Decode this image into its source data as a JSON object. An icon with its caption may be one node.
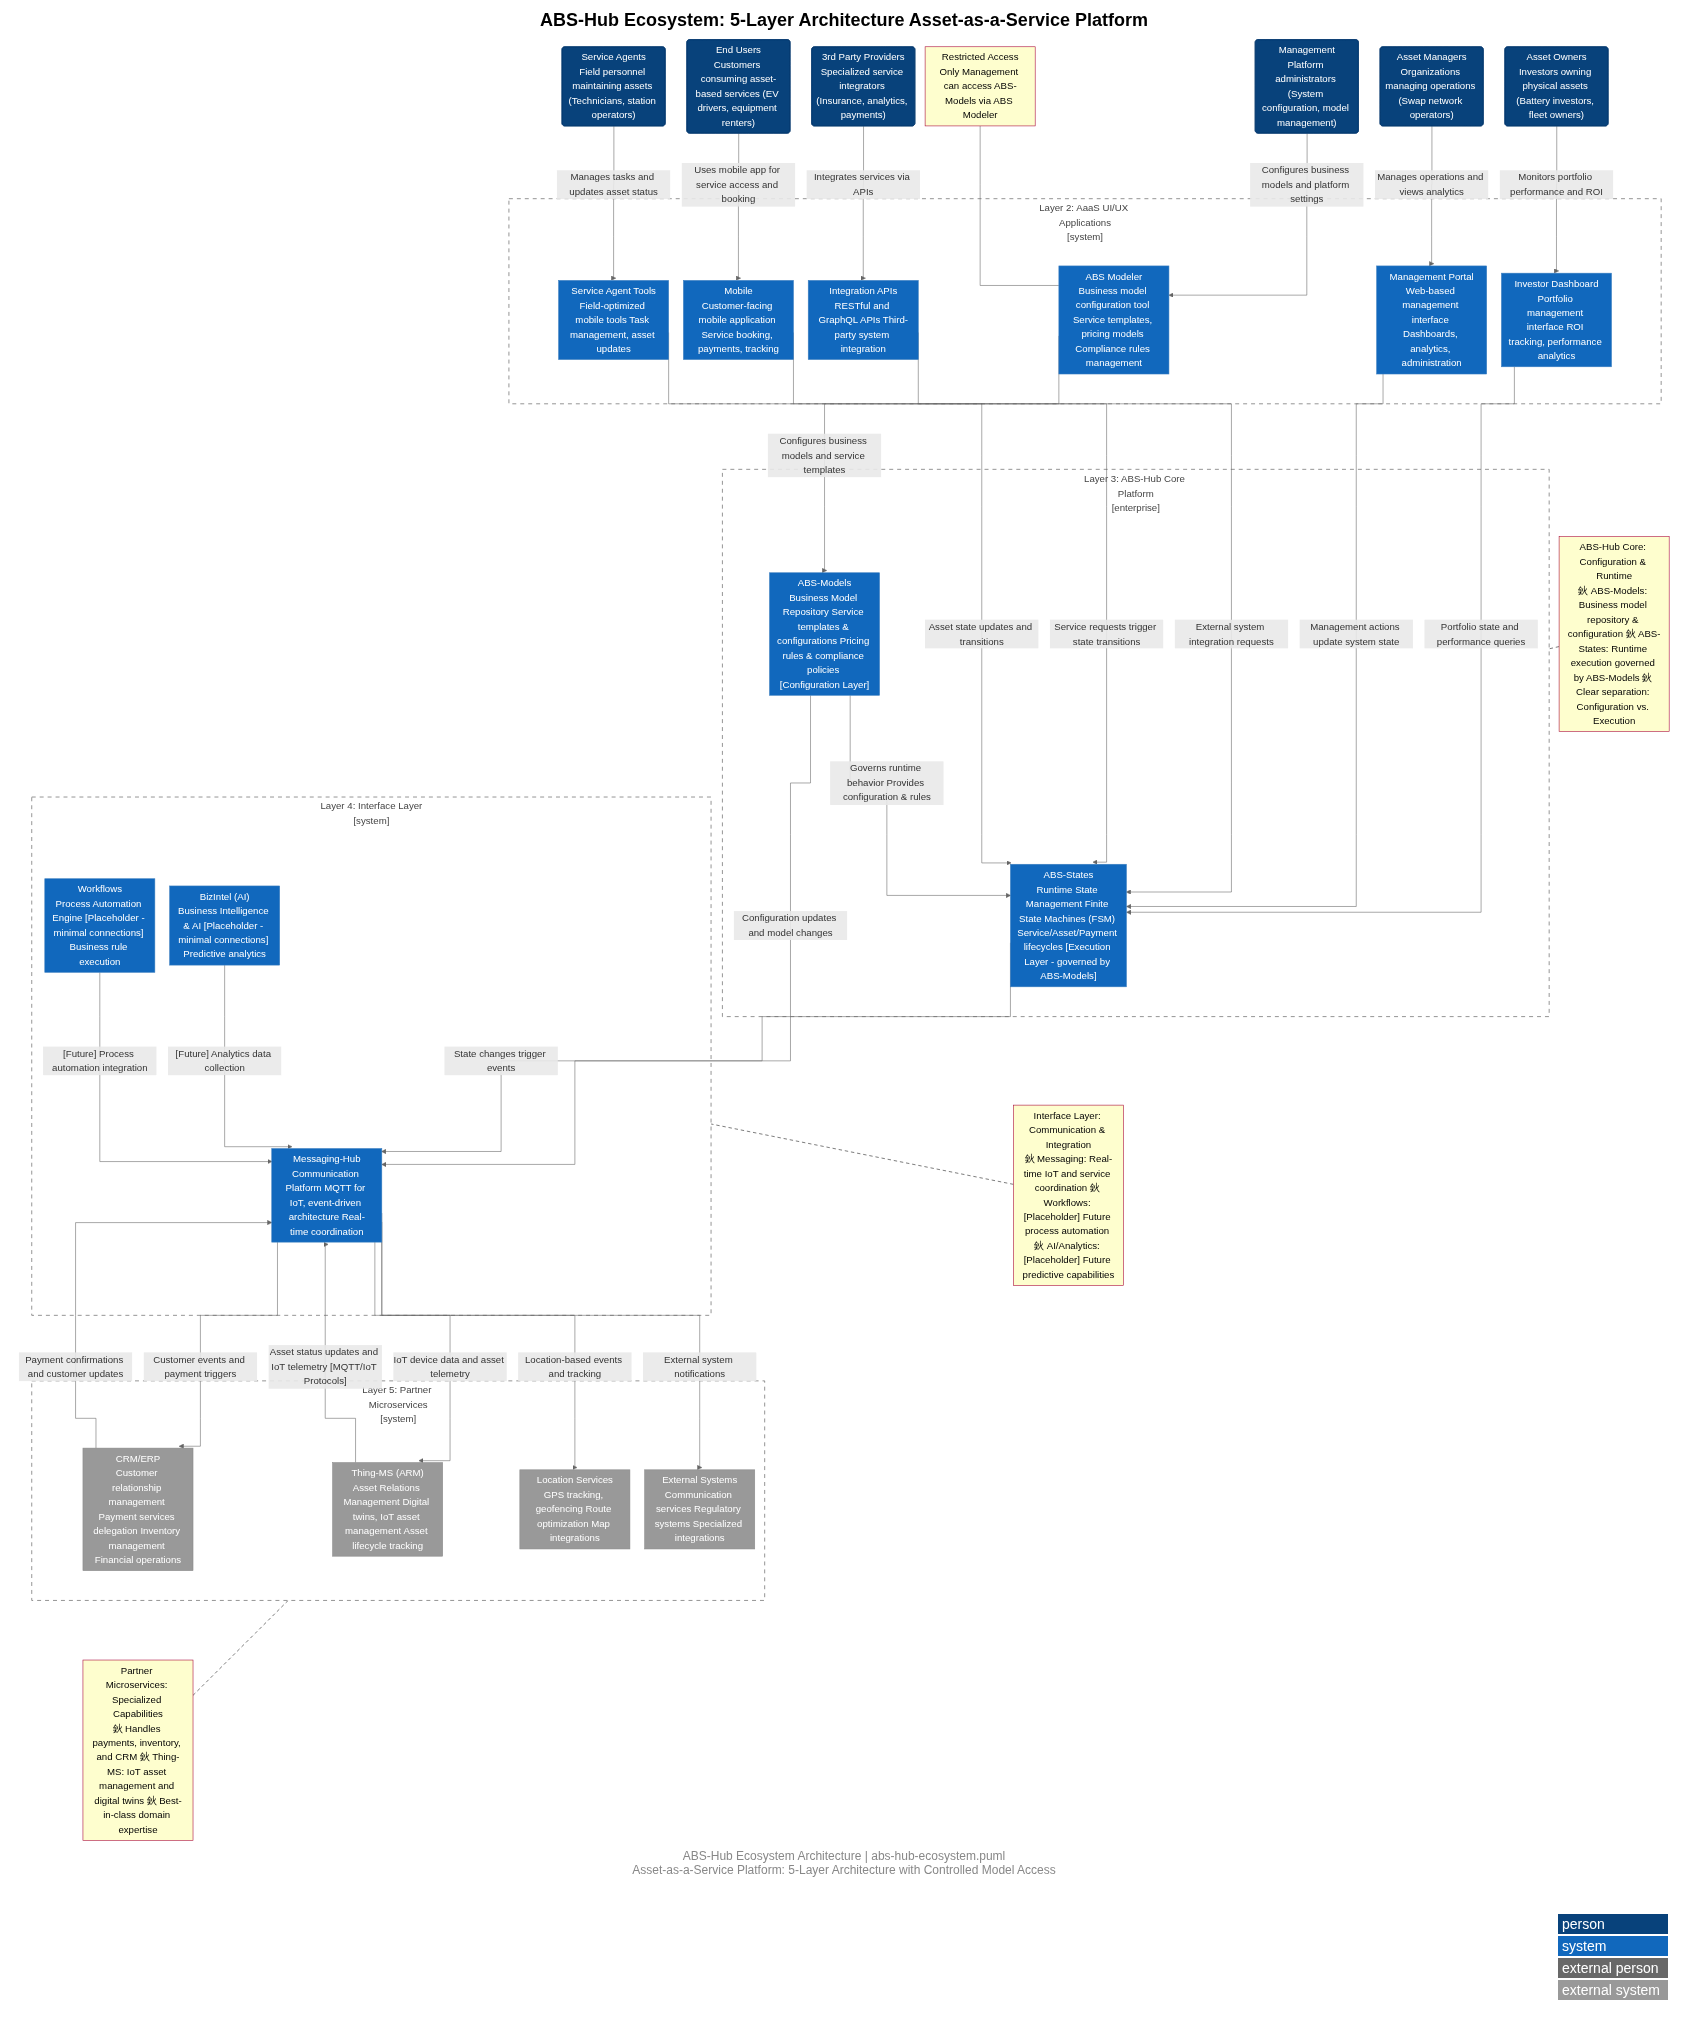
{
  "diagram": {
    "title": "ABS-Hub Ecosystem: 5-Layer Architecture Asset-as-a-Service Platform",
    "nodes": [
      {
        "text": [
          "Management",
          "Platform administrators (System configuration, model management)"
        ]
      },
      {
        "text": [
          "Asset Owners",
          "Investors owning physical assets (Battery investors, fleet owners)"
        ]
      },
      {
        "text": [
          "Asset Managers",
          "Organizations managing operations (Swap network operators)"
        ]
      },
      {
        "text": [
          "3rd Party Providers",
          "Specialized service integrators (Insurance, analytics, payments)"
        ]
      },
      {
        "text": [
          "End Users",
          "Customers consuming asset-based services (EV drivers, equipment renters)"
        ]
      },
      {
        "text": [
          "Service Agents",
          "Field personnel maintaining assets (Technicians, station operators)"
        ]
      },
      {
        "text": [
          "Restricted Access",
          "Only Management can access ABS-Models via ABS Modeler"
        ]
      },
      {
        "text": [
          "Layer 2: AaaS UI/UX Applications",
          "[system]"
        ]
      },
      {
        "text": [
          "ABS Modeler",
          "Business model configuration tool Service templates, pricing models Compliance rules management"
        ],
        "in": 7
      },
      {
        "text": [
          "Investor Dashboard",
          "Portfolio management interface ROI tracking, performance analytics"
        ],
        "in": 7
      },
      {
        "text": [
          "Management Portal",
          "Web-based management interface Dashboards, analytics, administration"
        ],
        "in": 7
      },
      {
        "text": [
          "Integration APIs",
          "RESTful and GraphQL APIs Third-party system integration"
        ],
        "in": 7
      },
      {
        "text": [
          "Mobile",
          "Customer-facing mobile application Service booking, payments, tracking"
        ],
        "in": 7
      },
      {
        "text": [
          "Service Agent Tools",
          "Field-optimized mobile tools Task management, asset updates"
        ],
        "in": 7
      },
      {
        "text": [
          "ABS-Hub Core: Configuration & Runtime",
          "鈥 ABS-Models: Business model repository & configuration 鈥 ABS-States: Runtime execution governed by ABS-Models 鈥 Clear separation: Configuration vs. Execution"
        ]
      },
      {
        "text": [
          "Layer 3: ABS-Hub Core Platform",
          "[enterprise]"
        ]
      },
      {
        "text": [
          "ABS-Models",
          "Business Model Repository Service templates & configurations Pricing rules & compliance policies [Configuration Layer]"
        ],
        "in": 15
      },
      {
        "text": [
          "ABS-States",
          "Runtime State Management Finite State Machines (FSM) Service/Asset/Payment lifecycles [Execution Layer - governed by ABS-Models]"
        ],
        "in": 15
      },
      {
        "text": [
          "Interface Layer: Communication & Integration",
          "鈥 Messaging: Real-time IoT and service coordination 鈥 Workflows: [Placeholder] Future process automation 鈥 AI/Analytics: [Placeholder] Future predictive capabilities"
        ]
      },
      {
        "text": [
          "Layer 4: Interface Layer",
          "[system]"
        ]
      },
      {
        "text": [
          "BizIntel (AI)",
          "Business Intelligence & AI [Placeholder - minimal connections] Predictive analytics"
        ],
        "in": 19
      },
      {
        "text": [
          "Messaging-Hub",
          "Communication Platform MQTT for IoT, event-driven architecture Real-time coordination"
        ],
        "in": 19
      },
      {
        "text": [
          "Workflows",
          "Process Automation Engine [Placeholder - minimal connections] Business rule execution"
        ],
        "in": 19
      },
      {
        "text": [
          "Layer 5: Partner Microservices",
          "[system]"
        ]
      },
      {
        "text": [
          "CRM/ERP",
          "Customer relationship management Payment services delegation Inventory management Financial operations"
        ],
        "in": 23
      },
      {
        "text": [
          "Thing-MS (ARM)",
          "Asset Relations Management Digital twins, IoT asset management Asset lifecycle tracking"
        ],
        "in": 23
      },
      {
        "text": [
          "Location Services",
          "GPS tracking, geofencing Route optimization Map integrations"
        ],
        "in": 23
      },
      {
        "text": [
          "External Systems",
          "Communication services Regulatory systems Specialized integrations"
        ],
        "in": 23
      },
      {
        "text": [
          "Partner Microservices: Specialized Capabilities",
          "鈥 Handles payments, inventory, and CRM 鈥 Thing-MS: IoT asset management and digital twins 鈥 Best-in-class domain expertise"
        ]
      }
    ],
    "edges": [
      {
        "from": 0,
        "to": 8,
        "arrow": "to",
        "label": "Configures business models and platform settings"
      },
      {
        "from": 1,
        "to": 9,
        "arrow": "to",
        "label": "Monitors portfolio performance and ROI"
      },
      {
        "from": 2,
        "to": 10,
        "arrow": "to",
        "label": "Manages operations and views analytics"
      },
      {
        "from": 3,
        "to": 11,
        "arrow": "to",
        "label": "Integrates services via APIs"
      },
      {
        "from": 4,
        "to": 12,
        "arrow": "to",
        "label": "Uses mobile app for service access and booking"
      },
      {
        "from": 5,
        "to": 13,
        "arrow": "to",
        "label": "Manages tasks and updates asset status"
      },
      {
        "from": 6,
        "to": 8,
        "arrow": "none"
      },
      {
        "from": 8,
        "to": 16,
        "arrow": "to",
        "label": "Configures business models and service templates"
      },
      {
        "from": 9,
        "to": 17,
        "arrow": "to",
        "label": "Portfolio state and performance queries"
      },
      {
        "from": 10,
        "to": 17,
        "arrow": "to",
        "label": "Management actions update system state"
      },
      {
        "from": 11,
        "to": 17,
        "arrow": "to",
        "label": "External system integration requests"
      },
      {
        "from": 12,
        "to": 17,
        "arrow": "to",
        "label": "Service requests trigger state transitions"
      },
      {
        "from": 13,
        "to": 17,
        "arrow": "to",
        "label": "Asset state updates and transitions"
      },
      {
        "from": 14,
        "to": 15,
        "arrow": "none",
        "style": "dashed"
      },
      {
        "from": 16,
        "to": 17,
        "arrow": "to",
        "label": "Governs runtime behavior Provides configuration & rules"
      },
      {
        "from": 16,
        "to": 21,
        "arrow": "to",
        "label": "Configuration updates and model changes"
      },
      {
        "from": 17,
        "to": 21,
        "arrow": "to",
        "label": "State changes trigger events"
      },
      {
        "from": 18,
        "to": 19,
        "arrow": "none",
        "style": "dashed"
      },
      {
        "from": 20,
        "to": 21,
        "arrow": "to",
        "label": "[Future] Analytics data collection"
      },
      {
        "from": 22,
        "to": 21,
        "arrow": "to",
        "label": "[Future] Process automation integration"
      },
      {
        "from": 21,
        "to": 24,
        "arrow": "to",
        "label": "Customer events and payment triggers"
      },
      {
        "from": 24,
        "to": 21,
        "arrow": "to",
        "label": "Payment confirmations and customer updates"
      },
      {
        "from": 21,
        "to": 25,
        "arrow": "to",
        "label": "IoT device data and asset telemetry"
      },
      {
        "from": 25,
        "to": 21,
        "arrow": "to",
        "label": "Asset status updates and IoT telemetry [MQTT/IoT Protocols]"
      },
      {
        "from": 21,
        "to": 26,
        "arrow": "to",
        "label": "Location-based events and tracking"
      },
      {
        "from": 21,
        "to": 27,
        "arrow": "to",
        "label": "External system notifications"
      },
      {
        "from": 23,
        "to": 28,
        "arrow": "none",
        "style": "dashed"
      }
    ],
    "labels": [
      "ABS-Hub Ecosystem Architecture | abs-hub-ecosystem.puml",
      "Asset-as-a-Service Platform: 5-Layer Architecture with Controlled Model Access"
    ],
    "legend": [
      {
        "text": "person",
        "color": "#08427b"
      },
      {
        "text": "system",
        "color": "#1168bd"
      },
      {
        "text": "external person",
        "color": "#686868"
      },
      {
        "text": "external system",
        "color": "#999999"
      }
    ]
  }
}
